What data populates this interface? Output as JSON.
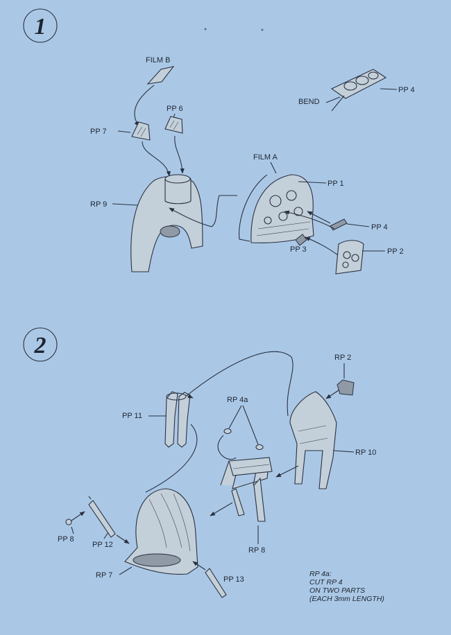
{
  "steps": [
    {
      "number": "1",
      "labels": {
        "film_b": "FILM B",
        "pp6": "PP 6",
        "pp7": "PP 7",
        "bend": "BEND",
        "pp4_top": "PP 4",
        "film_a": "FILM A",
        "pp1": "PP 1",
        "rp9": "RP 9",
        "pp4": "PP 4",
        "pp3": "PP 3",
        "pp2": "PP 2"
      }
    },
    {
      "number": "2",
      "labels": {
        "rp2": "RP 2",
        "pp11": "PP 11",
        "rp4a": "RP 4a",
        "rp10": "RP 10",
        "pp8": "PP 8",
        "pp12": "PP 12",
        "rp8": "RP 8",
        "rp7": "RP 7",
        "pp13": "PP 13"
      }
    }
  ],
  "note": {
    "title": "RP 4a:",
    "lines": [
      "CUT RP 4",
      "ON TWO PARTS",
      "(EACH 3mm LENGTH)"
    ]
  },
  "colors": {
    "background": "#aac8e6",
    "ink": "#2a3040",
    "part_fill": "#c3cfd9"
  }
}
